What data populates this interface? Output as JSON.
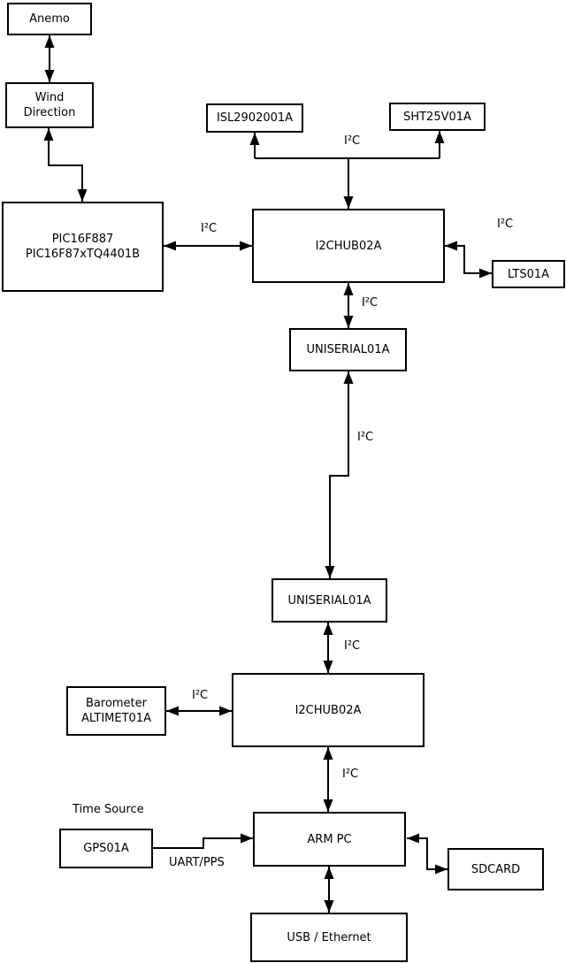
{
  "diagram": {
    "nodes": {
      "anemo": {
        "label": "Anemo"
      },
      "wind_direction": {
        "line1": "Wind",
        "line2": "Direction"
      },
      "pic": {
        "line1": "PIC16F887",
        "line2": "PIC16F87xTQ4401B"
      },
      "isl": {
        "label": "ISL2902001A"
      },
      "sht": {
        "label": "SHT25V01A"
      },
      "i2chub_top": {
        "label": "I2CHUB02A"
      },
      "lts": {
        "label": "LTS01A"
      },
      "uniserial_top": {
        "label": "UNISERIAL01A"
      },
      "uniserial_bottom": {
        "label": "UNISERIAL01A"
      },
      "i2chub_bottom": {
        "label": "I2CHUB02A"
      },
      "barometer": {
        "line1": "Barometer",
        "line2": "ALTIMET01A"
      },
      "arm_pc": {
        "label": "ARM PC"
      },
      "gps": {
        "label": "GPS01A"
      },
      "sdcard": {
        "label": "SDCARD"
      },
      "usb_ethernet": {
        "label": "USB / Ethernet"
      }
    },
    "labels": {
      "i2c": "I²C",
      "time_source": "Time Source",
      "uart_pps": "UART/PPS"
    },
    "edges": [
      {
        "from": "anemo",
        "to": "wind_direction",
        "label": "",
        "direction": "both"
      },
      {
        "from": "wind_direction",
        "to": "pic",
        "label": "",
        "direction": "both"
      },
      {
        "from": "pic",
        "to": "i2chub_top",
        "label": "I²C",
        "direction": "both"
      },
      {
        "from": "i2chub_top",
        "to": "isl",
        "label": "I²C",
        "direction": "forward"
      },
      {
        "from": "i2chub_top",
        "to": "sht",
        "label": "I²C",
        "direction": "forward"
      },
      {
        "from": "i2chub_top",
        "to": "lts",
        "label": "I²C",
        "direction": "both"
      },
      {
        "from": "i2chub_top",
        "to": "uniserial_top",
        "label": "I²C",
        "direction": "both"
      },
      {
        "from": "uniserial_top",
        "to": "uniserial_bottom",
        "label": "I²C",
        "direction": "both"
      },
      {
        "from": "uniserial_bottom",
        "to": "i2chub_bottom",
        "label": "I²C",
        "direction": "both"
      },
      {
        "from": "i2chub_bottom",
        "to": "barometer",
        "label": "I²C",
        "direction": "both"
      },
      {
        "from": "i2chub_bottom",
        "to": "arm_pc",
        "label": "I²C",
        "direction": "both"
      },
      {
        "from": "gps",
        "to": "arm_pc",
        "label": "UART/PPS",
        "direction": "forward"
      },
      {
        "from": "arm_pc",
        "to": "sdcard",
        "label": "",
        "direction": "both"
      },
      {
        "from": "arm_pc",
        "to": "usb_ethernet",
        "label": "",
        "direction": "both"
      }
    ],
    "colors": {
      "line": "#000000",
      "background": "#ffffff",
      "box_fill": "#ffffff"
    }
  }
}
